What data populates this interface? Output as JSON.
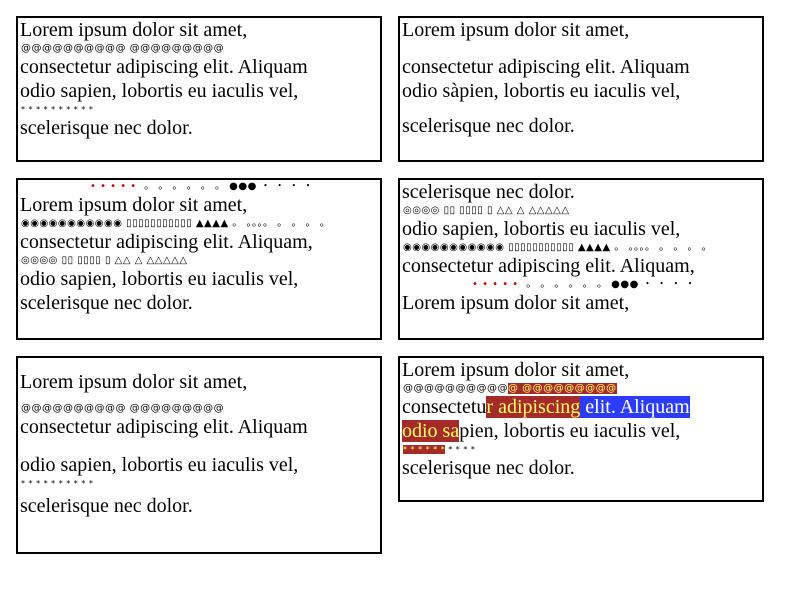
{
  "texts": {
    "lorem": "Lorem ipsum dolor sit amet,",
    "consectetur": "consectetur adipiscing elit. Aliquam",
    "consectetur_comma": "consectetur adipiscing elit. Aliquam,",
    "odio": "odio sapien, lobortis eu iaculis vel,",
    "odio_accent": "odio sàpien, lobortis eu iaculis vel,",
    "scelerisque": "scelerisque nec dolor."
  },
  "annotations": {
    "at_marks": "@@@@@@@@@@ @@@@@@@@@",
    "star_marks": "* * * *   * * * * * *",
    "dots_line_red": "• • • •  •",
    "dots_line_rest": "。 。 。 。 。 。 ●●● ・ ・ ・ ・",
    "circles_line": "◉◉◉◉◉◉◉◉◉◉◉ ▯▯▯▯▯▯▯▯▯▯▯ ▲▲▲▲   。 。。。。 。 。 。 。",
    "circle_small_line": "◎◎◎◎ ▯▯ ▯▯▯▯ ▯   △△ △ △△△△△"
  },
  "box6": {
    "lorem": "Lorem ipsum dolor sit amet,",
    "at_a": "@@@@@@@@@@",
    "at_b": "@ @@@@@@@@@",
    "cons_a": "consectetu",
    "cons_b": "r adipiscing",
    "cons_c": " elit. Aliquam",
    "odio_a": "odio sa",
    "odio_b": "pien, lobortis eu iaculis vel,",
    "stars_a": " * * * *  * *",
    "stars_b": " * * * *",
    "scel": "scelerisque nec dolor."
  }
}
